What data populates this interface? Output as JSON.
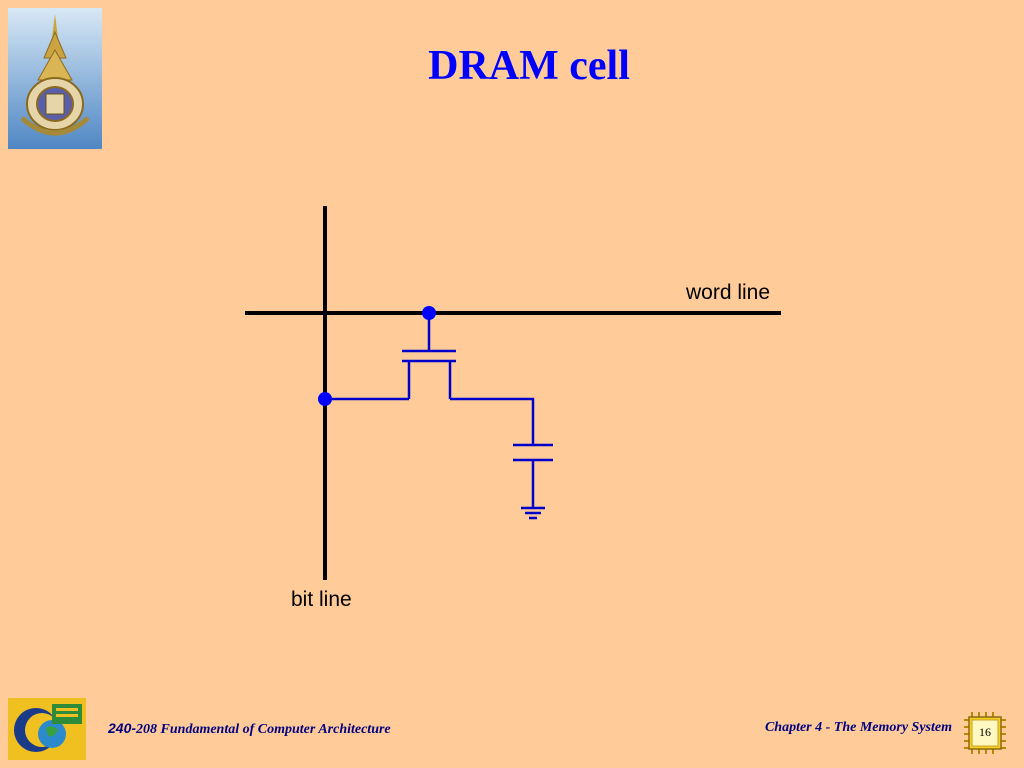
{
  "slide": {
    "title": "DRAM cell"
  },
  "diagram": {
    "word_line_label": "word line",
    "bit_line_label": "bit line"
  },
  "footer": {
    "course_number": "240-",
    "course_title": "208 Fundamental of Computer Architecture",
    "chapter": "Chapter 4 - The Memory System",
    "page_number": "16"
  },
  "colors": {
    "background": "#ffcc99",
    "title": "#0000ff",
    "circuit": "#0000cc",
    "lines": "#000000",
    "footer_text": "#000080"
  }
}
